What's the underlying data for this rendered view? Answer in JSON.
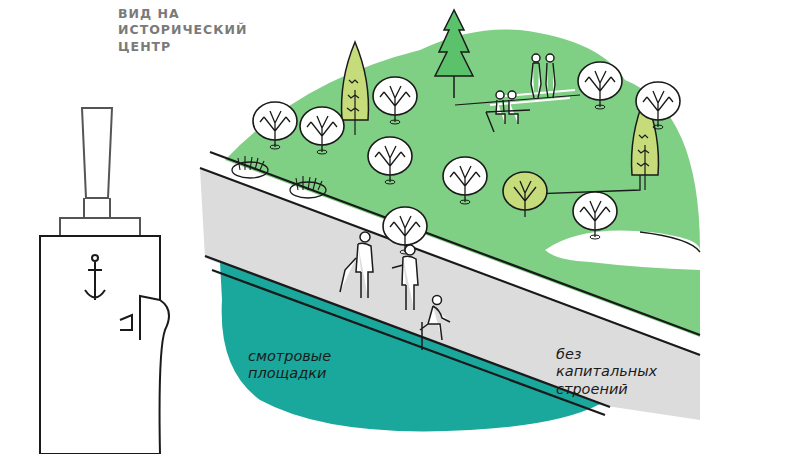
{
  "diagram": {
    "labels": [
      "ВИД НА ИСТОРИЧЕСКИЙ ЦЕНТР",
      "смотровые площадки",
      "без капитальных строений"
    ]
  }
}
